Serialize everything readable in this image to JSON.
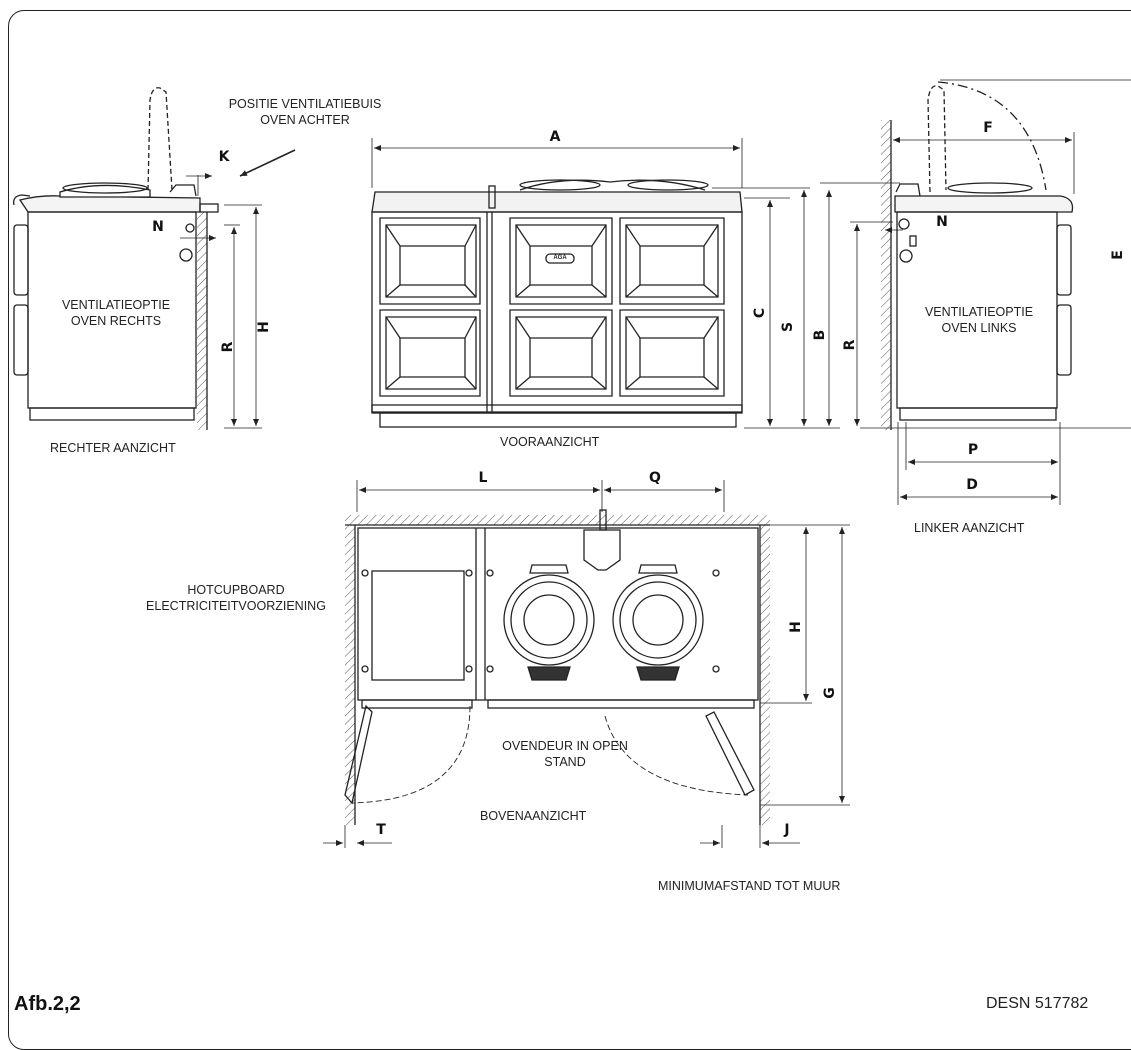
{
  "figure_label": "Afb.2,2",
  "document_number": "DESN 517782",
  "views": {
    "right_view": "RECHTER AANZICHT",
    "front_view": "VOORAANZICHT",
    "left_view": "LINKER AANZICHT",
    "top_view": "BOVENAANZICHT"
  },
  "annotations": {
    "vent_position": [
      "POSITIE VENTILATIEBUIS",
      "OVEN ACHTER"
    ],
    "vent_right": [
      "VENTILATIEOPTIE",
      "OVEN RECHTS"
    ],
    "vent_left": [
      "VENTILATIEOPTIE",
      "OVEN LINKS"
    ],
    "hotcupboard": [
      "HOTCUPBOARD",
      "ELECTRICITEITVOORZIENING"
    ],
    "oven_door": [
      "OVENDEUR IN OPEN",
      "STAND"
    ],
    "min_distance": "MINIMUMAFSTAND TOT MUUR",
    "brand_badge": "AGA"
  },
  "dimension_letters": {
    "A": "A",
    "K": "K",
    "N": "N",
    "H": "H",
    "R": "R",
    "C": "C",
    "S": "S",
    "B": "B",
    "F": "F",
    "E": "E",
    "P": "P",
    "D": "D",
    "L": "L",
    "Q": "Q",
    "G": "G",
    "T": "T",
    "J": "J"
  }
}
